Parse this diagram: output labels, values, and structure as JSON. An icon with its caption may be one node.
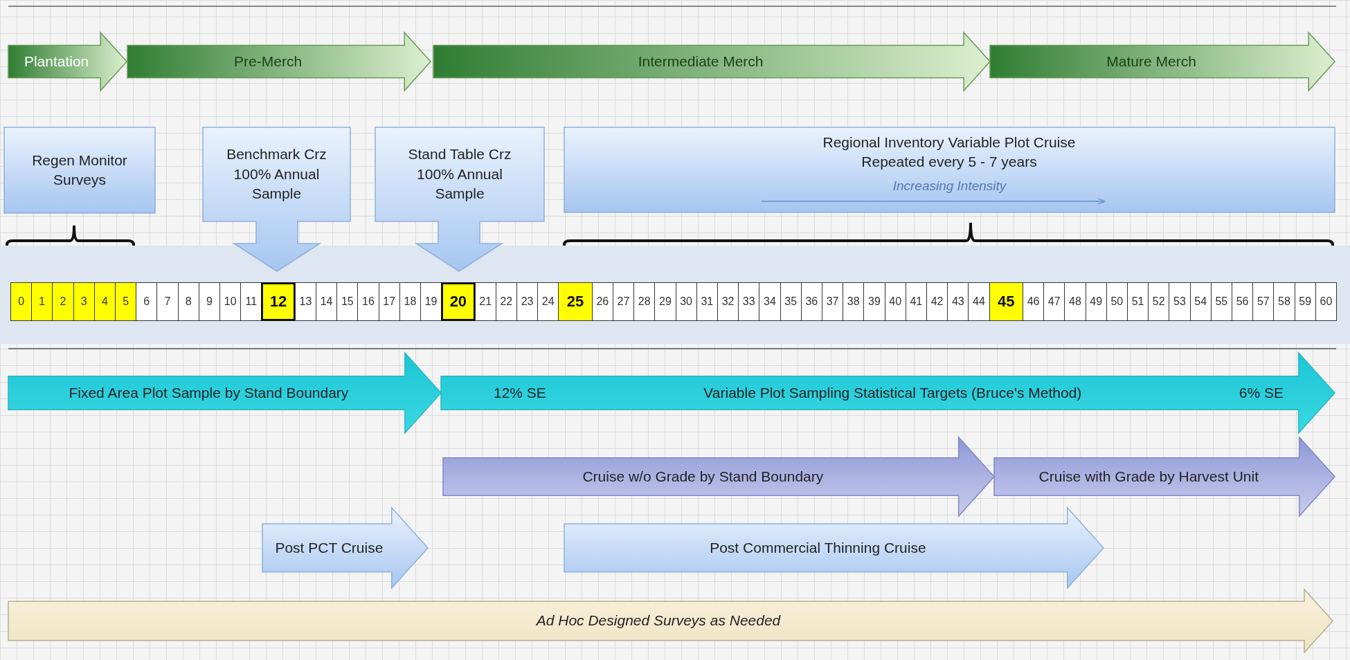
{
  "diagram": {
    "nodes": [
      {
        "text": [
          "Plantation"
        ]
      },
      {
        "text": [
          "Pre-Merch"
        ]
      },
      {
        "text": [
          "Intermediate Merch"
        ]
      },
      {
        "text": [
          "Mature Merch"
        ]
      },
      {
        "text": [
          "Regen Monitor Surveys"
        ]
      },
      {
        "text": [
          "Benchmark Crz 100% Annual Sample"
        ]
      },
      {
        "text": [
          "Stand Table Crz 100% Annual Sample"
        ]
      },
      {
        "text": [
          "Regional Inventory Variable Plot Cruise Repeated every 5 - 7 years",
          "Increasing Intensity"
        ]
      },
      {
        "text": [
          "Fixed Area Plot Sample by Stand Boundary"
        ]
      },
      {
        "text": [
          "12% SE",
          "Variable Plot Sampling Statistical Targets (Bruce's Method)",
          "6% SE"
        ]
      },
      {
        "text": [
          "Cruise w/o Grade by Stand Boundary"
        ]
      },
      {
        "text": [
          "Cruise with Grade by Harvest Unit"
        ]
      },
      {
        "text": [
          "Post PCT Cruise"
        ]
      },
      {
        "text": [
          "Post Commercial Thinning Cruise"
        ]
      },
      {
        "text": [
          "Ad Hoc Designed Surveys as Needed"
        ]
      }
    ],
    "labels": [
      "0",
      "1",
      "2",
      "3",
      "4",
      "5",
      "6",
      "7",
      "8",
      "9",
      "10",
      "11",
      "12",
      "13",
      "14",
      "15",
      "16",
      "17",
      "18",
      "19",
      "20",
      "21",
      "22",
      "23",
      "24",
      "25",
      "26",
      "27",
      "28",
      "29",
      "30",
      "31",
      "32",
      "33",
      "34",
      "35",
      "36",
      "37",
      "38",
      "39",
      "40",
      "41",
      "42",
      "43",
      "44",
      "45",
      "46",
      "47",
      "48",
      "49",
      "50",
      "51",
      "52",
      "53",
      "54",
      "55",
      "56",
      "57",
      "58",
      "59",
      "60"
    ]
  }
}
